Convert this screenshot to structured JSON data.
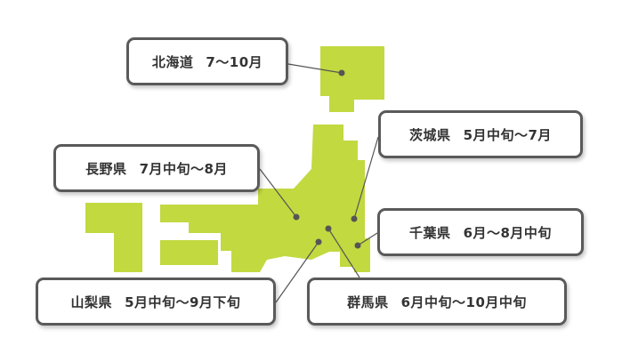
{
  "colors": {
    "land": "#c2d940",
    "leader": "#555555",
    "box_border": "#5a5a5a",
    "text": "#333333"
  },
  "labels": {
    "hokkaido": {
      "prefecture": "北海道",
      "season": "7～10月"
    },
    "ibaraki": {
      "prefecture": "茨城県",
      "season": "5月中旬～7月"
    },
    "nagano": {
      "prefecture": "長野県",
      "season": "7月中旬～8月"
    },
    "chiba": {
      "prefecture": "千葉県",
      "season": "6月～8月中旬"
    },
    "yamanashi": {
      "prefecture": "山梨県",
      "season": "5月中旬～9月下旬"
    },
    "gunma": {
      "prefecture": "群馬県",
      "season": "6月中旬～10月中旬"
    }
  }
}
